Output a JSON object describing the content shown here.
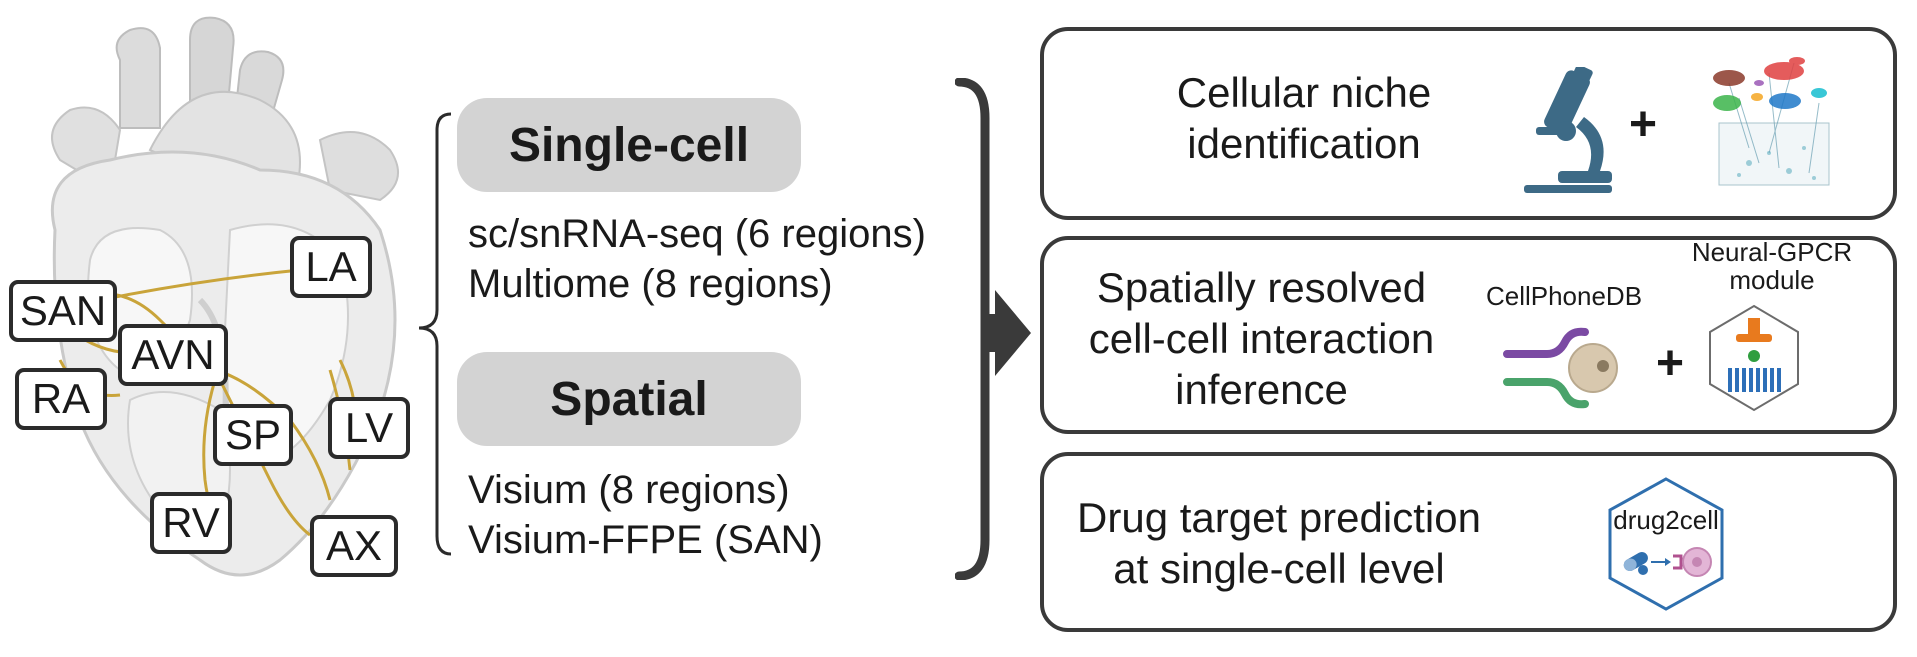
{
  "heart": {
    "regions": [
      {
        "id": "SAN",
        "label": "SAN"
      },
      {
        "id": "AVN",
        "label": "AVN"
      },
      {
        "id": "RA",
        "label": "RA"
      },
      {
        "id": "LA",
        "label": "LA"
      },
      {
        "id": "SP",
        "label": "SP"
      },
      {
        "id": "LV",
        "label": "LV"
      },
      {
        "id": "RV",
        "label": "RV"
      },
      {
        "id": "AX",
        "label": "AX"
      }
    ]
  },
  "data_types": {
    "single_cell": {
      "title": "Single-cell",
      "lines": [
        "sc/snRNA-seq (6 regions)",
        "Multiome (8 regions)"
      ]
    },
    "spatial": {
      "title": "Spatial",
      "lines": [
        "Visium (8 regions)",
        "Visium-FFPE (SAN)"
      ]
    }
  },
  "outputs": [
    {
      "title_lines": [
        "Cellular niche",
        "identification"
      ],
      "plus": "+"
    },
    {
      "title_lines": [
        "Spatially resolved",
        "cell-cell interaction",
        "inference"
      ],
      "tool1": "CellPhoneDB",
      "tool2_lines": [
        "Neural-GPCR",
        "module"
      ],
      "plus": "+"
    },
    {
      "title_lines": [
        "Drug target prediction",
        "at single-cell level"
      ],
      "tool": "drug2cell"
    }
  ],
  "colors": {
    "pill_gray": "#d3d3d3",
    "box_border": "#3a3a3a",
    "nerve_gold": "#c9a43a",
    "microscope_blue": "#3d6a86",
    "cpdb_purple": "#7b4aa3",
    "cpdb_green": "#4aa36b",
    "gpcr_orange": "#e87a1e",
    "gpcr_green": "#2f9e3f",
    "gpcr_blue": "#2d6fb8",
    "drug_blue": "#2f6fae"
  }
}
